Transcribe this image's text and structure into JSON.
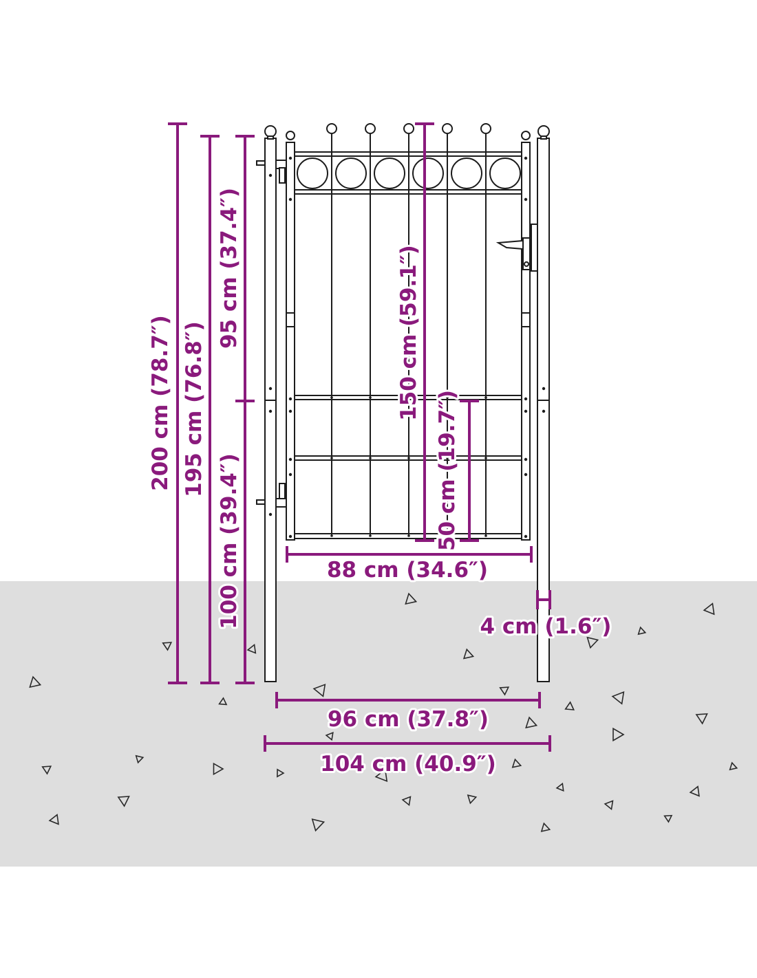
{
  "colors": {
    "dimension": "#8a1a7c",
    "ground": "#dedede",
    "outline": "#1c1c1c"
  },
  "dimensions": {
    "total_height": "200 cm (78.7″)",
    "post_height": "195 cm (76.8″)",
    "upper_height": "95 cm (37.4″)",
    "lower_height": "100 cm (39.4″)",
    "gate_height": "150 cm (59.1″)",
    "lower_panel": "50 cm (19.7″)",
    "gate_width": "88 cm (34.6″)",
    "post_width": "4 cm (1.6″)",
    "inner_width": "96 cm (37.8″)",
    "total_width": "104 cm (40.9″)"
  }
}
